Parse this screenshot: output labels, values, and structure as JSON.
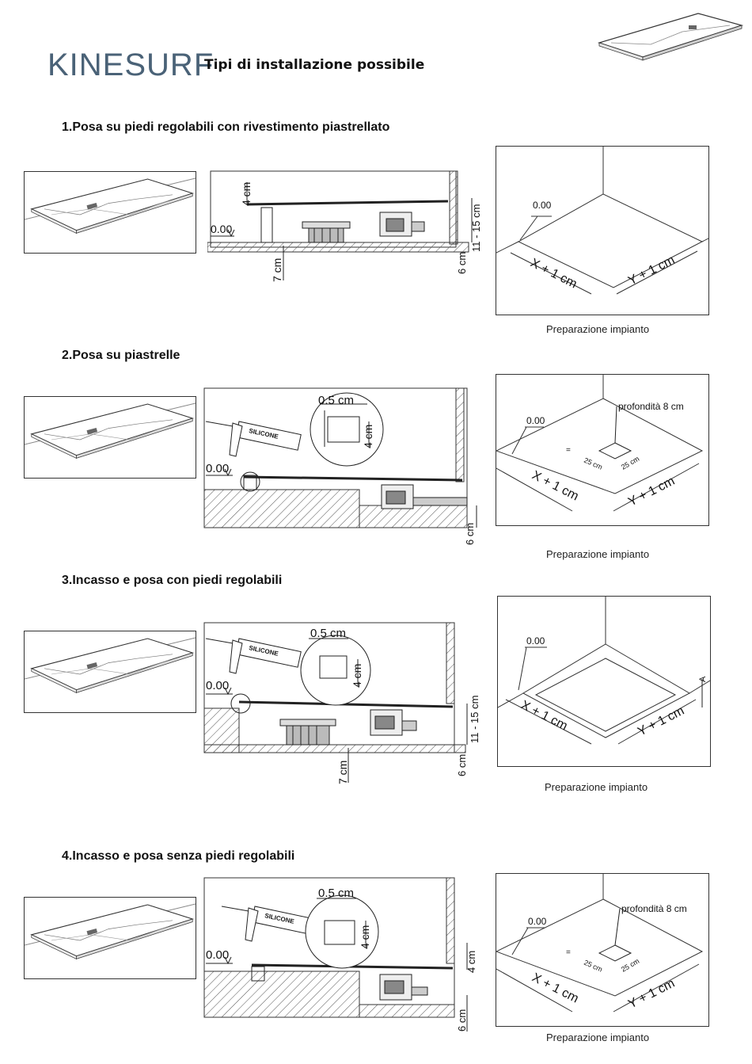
{
  "header": {
    "brand": "KINESURF",
    "subtitle": "Tipi di installazione possibile"
  },
  "sections": [
    {
      "title": "1.Posa su piedi regolabili con rivestimento piastrellato",
      "labels": {
        "zero": "0.00",
        "top": "4 cm",
        "side": "11 - 15 cm",
        "base": "6 cm",
        "feet": "7 cm"
      },
      "plan": {
        "zero": "0.00",
        "x": "X + 1 cm",
        "y": "Y + 1 cm"
      },
      "caption": "Preparazione impianto"
    },
    {
      "title": "2.Posa su piastrelle",
      "labels": {
        "zero": "0.00",
        "gap": "0.5 cm",
        "edge": "4 cm",
        "base": "6 cm",
        "silicone": "SILICONE"
      },
      "plan": {
        "zero": "0.00",
        "x": "X + 1 cm",
        "y": "Y + 1 cm",
        "depth": "profondità 8 cm",
        "size_a": "25 cm",
        "size_b": "25 cm",
        "eq": "="
      },
      "caption": "Preparazione impianto"
    },
    {
      "title": "3.Incasso e posa con piedi regolabili",
      "labels": {
        "zero": "0.00",
        "gap": "0.5 cm",
        "edge": "4 cm",
        "side": "11 - 15 cm",
        "base": "6 cm",
        "feet": "7 cm",
        "silicone": "SILICONE"
      },
      "plan": {
        "zero": "0.00",
        "x": "X + 1 cm",
        "y": "Y + 1 cm",
        "a": "A"
      },
      "caption": "Preparazione impianto"
    },
    {
      "title": "4.Incasso e posa senza piedi regolabili",
      "labels": {
        "zero": "0.00",
        "gap": "0.5 cm",
        "edge": "4 cm",
        "top": "4 cm",
        "base": "6 cm",
        "silicone": "SILICONE"
      },
      "plan": {
        "zero": "0.00",
        "x": "X + 1 cm",
        "y": "Y + 1 cm",
        "depth": "profondità 8 cm",
        "size_a": "25 cm",
        "size_b": "25 cm",
        "eq": "="
      },
      "caption": "Preparazione impianto"
    }
  ]
}
